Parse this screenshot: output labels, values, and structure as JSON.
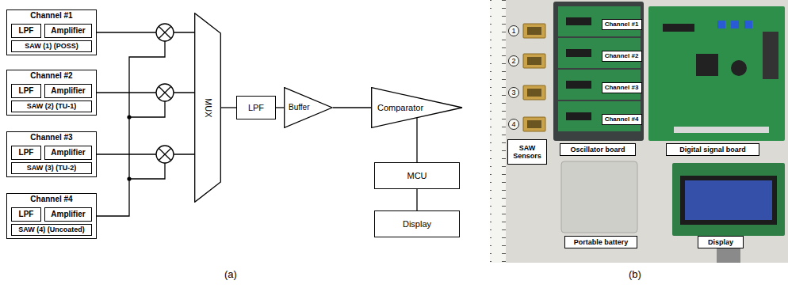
{
  "diagram": {
    "nodes": [
      {
        "text": [
          "Channel #1"
        ]
      },
      {
        "text": [
          "LPF"
        ],
        "in": 0
      },
      {
        "text": [
          "Amplifier"
        ],
        "in": 0
      },
      {
        "text": [
          "SAW (1) (POSS)"
        ],
        "in": 0
      },
      {
        "text": [
          "Channel #2"
        ]
      },
      {
        "text": [
          "LPF"
        ],
        "in": 4
      },
      {
        "text": [
          "Amplifier"
        ],
        "in": 4
      },
      {
        "text": [
          "SAW (2) (TU-1)"
        ],
        "in": 4
      },
      {
        "text": [
          "Channel #3"
        ]
      },
      {
        "text": [
          "LPF"
        ],
        "in": 8
      },
      {
        "text": [
          "Amplifier"
        ],
        "in": 8
      },
      {
        "text": [
          "SAW (3) (TU-2)"
        ],
        "in": 8
      },
      {
        "text": [
          "Channel #4"
        ]
      },
      {
        "text": [
          "LPF"
        ],
        "in": 12
      },
      {
        "text": [
          "Amplifier"
        ],
        "in": 12
      },
      {
        "text": [
          "SAW (4) (Uncoated)"
        ],
        "in": 12
      },
      {
        "text": [
          "MUX"
        ]
      },
      {
        "text": [
          "LPF"
        ]
      },
      {
        "text": [
          "Buffer"
        ]
      },
      {
        "text": [
          "Comparator"
        ]
      },
      {
        "text": [
          "MCU"
        ]
      },
      {
        "text": [
          "Display"
        ]
      },
      {
        "text": [
          "Channel #1"
        ]
      },
      {
        "text": [
          "Channel #2"
        ]
      },
      {
        "text": [
          "Channel #3"
        ]
      },
      {
        "text": [
          "Channel #4"
        ]
      },
      {
        "text": [
          "SAW Sensors"
        ]
      },
      {
        "text": [
          "Oscillator board"
        ]
      },
      {
        "text": [
          "Digital signal board"
        ]
      },
      {
        "text": [
          "Portable battery"
        ]
      },
      {
        "text": [
          "Display"
        ]
      }
    ],
    "edges": [
      {
        "from": 0,
        "to": 16,
        "arrow": "none"
      },
      {
        "from": 4,
        "to": 16,
        "arrow": "none"
      },
      {
        "from": 8,
        "to": 16,
        "arrow": "none"
      },
      {
        "from": 16,
        "to": 17,
        "arrow": "none"
      },
      {
        "from": 17,
        "to": 18,
        "arrow": "none"
      },
      {
        "from": 18,
        "to": 19,
        "arrow": "none"
      },
      {
        "from": 19,
        "to": 20,
        "arrow": "none"
      },
      {
        "from": 20,
        "to": 21,
        "arrow": "none"
      }
    ],
    "labels": [
      "1",
      "2",
      "3",
      "4",
      "(a)",
      "(b)"
    ]
  }
}
